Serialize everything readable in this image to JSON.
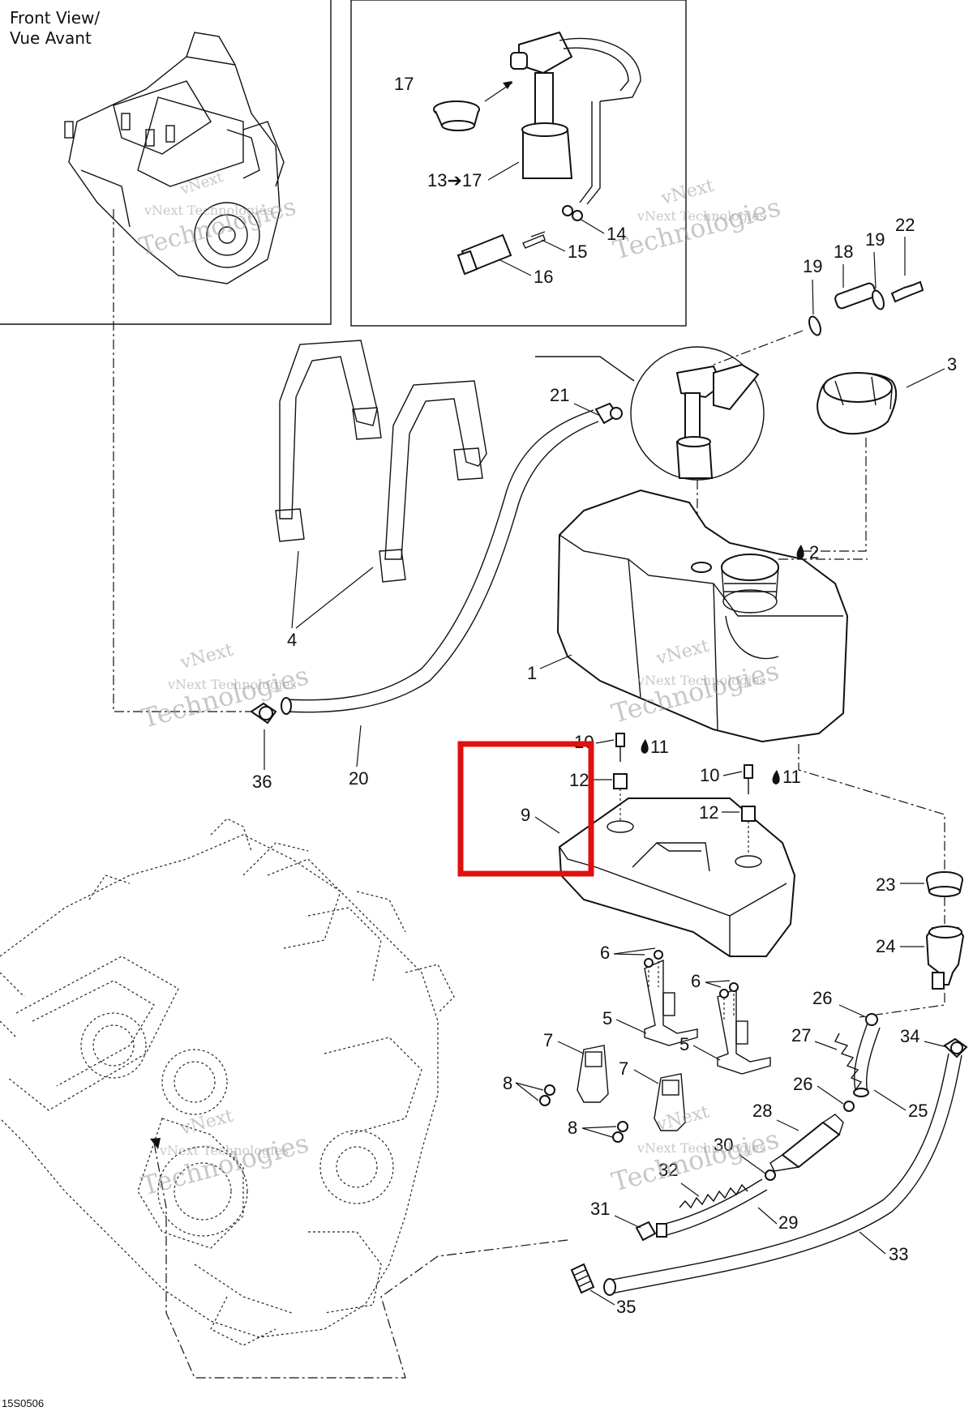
{
  "inset_title_line1": "Front View/",
  "inset_title_line2": "Vue Avant",
  "watermark_line1": "vNext",
  "watermark_line2": "Technologies",
  "watermark_full": "vNext Technologies",
  "diagram_code": "15S0506",
  "highlight_color": "#e01010",
  "callouts": {
    "c17": "17",
    "c13_17": "13➔17",
    "c14": "14",
    "c15": "15",
    "c16": "16",
    "c22": "22",
    "c19a": "19",
    "c18": "18",
    "c19b": "19",
    "c3": "3",
    "c21": "21",
    "c2": "2",
    "c4": "4",
    "c1": "1",
    "c36": "36",
    "c20": "20",
    "c10a": "10",
    "c11a": "11",
    "c12a": "12",
    "c9": "9",
    "c10b": "10",
    "c11b": "11",
    "c12b": "12",
    "c23": "23",
    "c24": "24",
    "c6a": "6",
    "c6b": "6",
    "c5a": "5",
    "c5b": "5",
    "c26a": "26",
    "c27": "27",
    "c34": "34",
    "c7a": "7",
    "c7b": "7",
    "c8a": "8",
    "c8b": "8",
    "c26b": "26",
    "c25": "25",
    "c28": "28",
    "c30": "30",
    "c32": "32",
    "c29": "29",
    "c31": "31",
    "c33": "33",
    "c35": "35"
  }
}
